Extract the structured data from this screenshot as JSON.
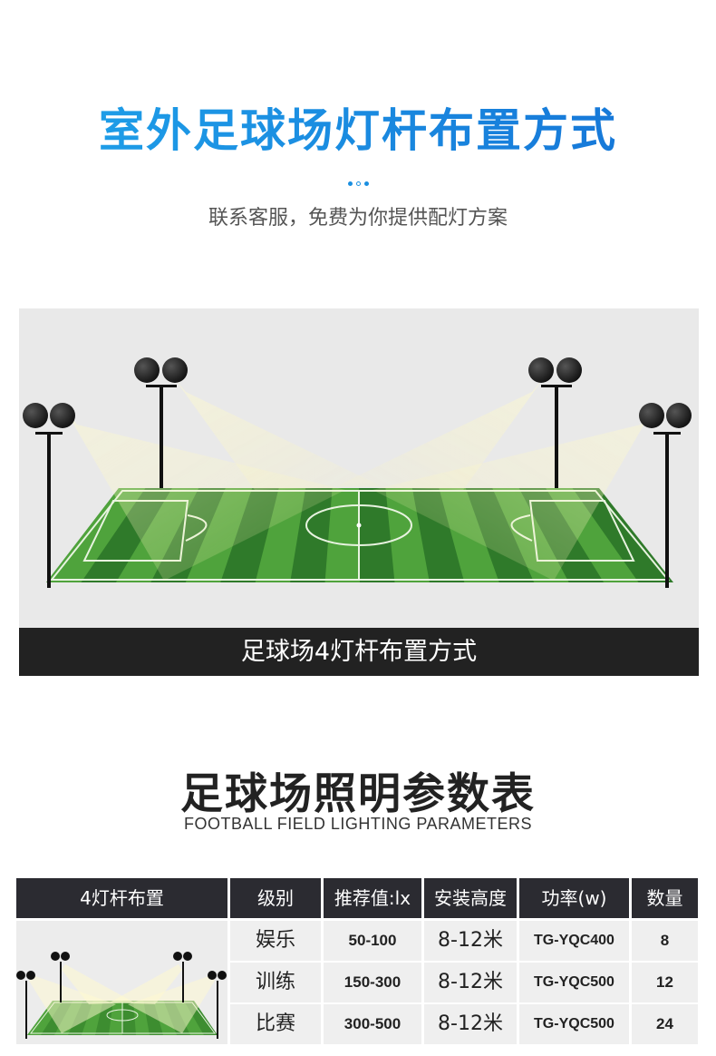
{
  "hero": {
    "title": "室外足球场灯杆布置方式",
    "subtitle": "联系客服，免费为你提供配灯方案"
  },
  "scene": {
    "caption": "足球场4灯杆布置方式"
  },
  "params": {
    "title": "足球场照明参数表",
    "subtitle": "FOOTBALL FIELD LIGHTING PARAMETERS",
    "headers": [
      "4灯杆布置",
      "级别",
      "推荐值:lx",
      "安装高度",
      "功率(w)",
      "数量"
    ],
    "rows": [
      {
        "level": "娱乐",
        "lux": "50-100",
        "height": "8-12米",
        "model": "TG-YQC400",
        "qty": "8"
      },
      {
        "level": "训练",
        "lux": "150-300",
        "height": "8-12米",
        "model": "TG-YQC500",
        "qty": "12"
      },
      {
        "level": "比赛",
        "lux": "300-500",
        "height": "8-12米",
        "model": "TG-YQC500",
        "qty": "24"
      }
    ]
  },
  "colors": {
    "accent": "#1a8fe0",
    "grass_dark": "#2f7a2a",
    "grass_light": "#4fa33c",
    "caption_bg": "#222222",
    "header_bg": "#2b2b31",
    "cell_bg": "#efefef"
  }
}
